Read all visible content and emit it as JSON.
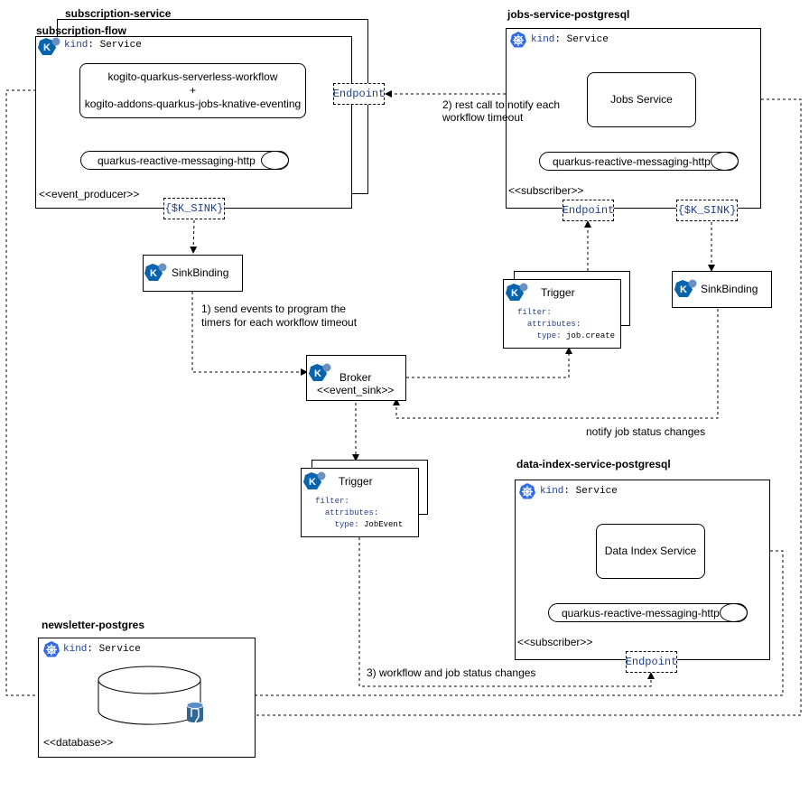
{
  "services": {
    "subscription_service": {
      "title": "subscription-service"
    },
    "subscription_flow": {
      "title": "subscription-flow",
      "kind_key": "kind",
      "kind_value": ": Service",
      "workflow_line1": "kogito-quarkus-serverless-workflow",
      "workflow_line2": "+",
      "workflow_line3": "kogito-addons-quarkus-jobs-knative-eventing",
      "messaging": "quarkus-reactive-messaging-http",
      "stereotype": "<<event_producer>>",
      "endpoint": "Endpoint",
      "sink": "{$K_SINK}"
    },
    "jobs_service": {
      "title": "jobs-service-postgresql",
      "kind_key": "kind",
      "kind_value": ": Service",
      "app": "Jobs Service",
      "messaging": "quarkus-reactive-messaging-http",
      "stereotype": "<<subscriber>>",
      "endpoint": "Endpoint",
      "sink": "{$K_SINK}"
    },
    "data_index": {
      "title": "data-index-service-postgresql",
      "kind_key": "kind",
      "kind_value": ": Service",
      "app": "Data Index Service",
      "messaging": "quarkus-reactive-messaging-http",
      "stereotype": "<<subscriber>>",
      "endpoint": "Endpoint"
    },
    "newsletter_postgres": {
      "title": "newsletter-postgres",
      "kind_key": "kind",
      "kind_value": ": Service",
      "stereotype": "<<database>>"
    }
  },
  "knative": {
    "sinkbinding_left": "SinkBinding",
    "sinkbinding_right": "SinkBinding",
    "broker_line1": "Broker",
    "broker_line2": "<<event_sink>>",
    "trigger_jobs": {
      "title": "Trigger",
      "filter_key": "filter:",
      "attributes_key": "attributes:",
      "type_key": "type:",
      "type_value": "job.create"
    },
    "trigger_events": {
      "title": "Trigger",
      "filter_key": "filter:",
      "attributes_key": "attributes:",
      "type_key": "type:",
      "type_value": "JobEvent"
    }
  },
  "annotations": {
    "step1_line1": "1) send events to program the",
    "step1_line2": "timers for each workflow timeout",
    "step2_line1": "2) rest call to notify each",
    "step2_line2": "workflow timeout",
    "step3": "3) workflow and job status changes",
    "notify": "notify job status changes"
  },
  "colors": {
    "knative_blue": "#0865ad",
    "kubernetes_blue": "#326ce5",
    "mono_blue": "#1f3f8f",
    "postgres_blue": "#336791"
  }
}
